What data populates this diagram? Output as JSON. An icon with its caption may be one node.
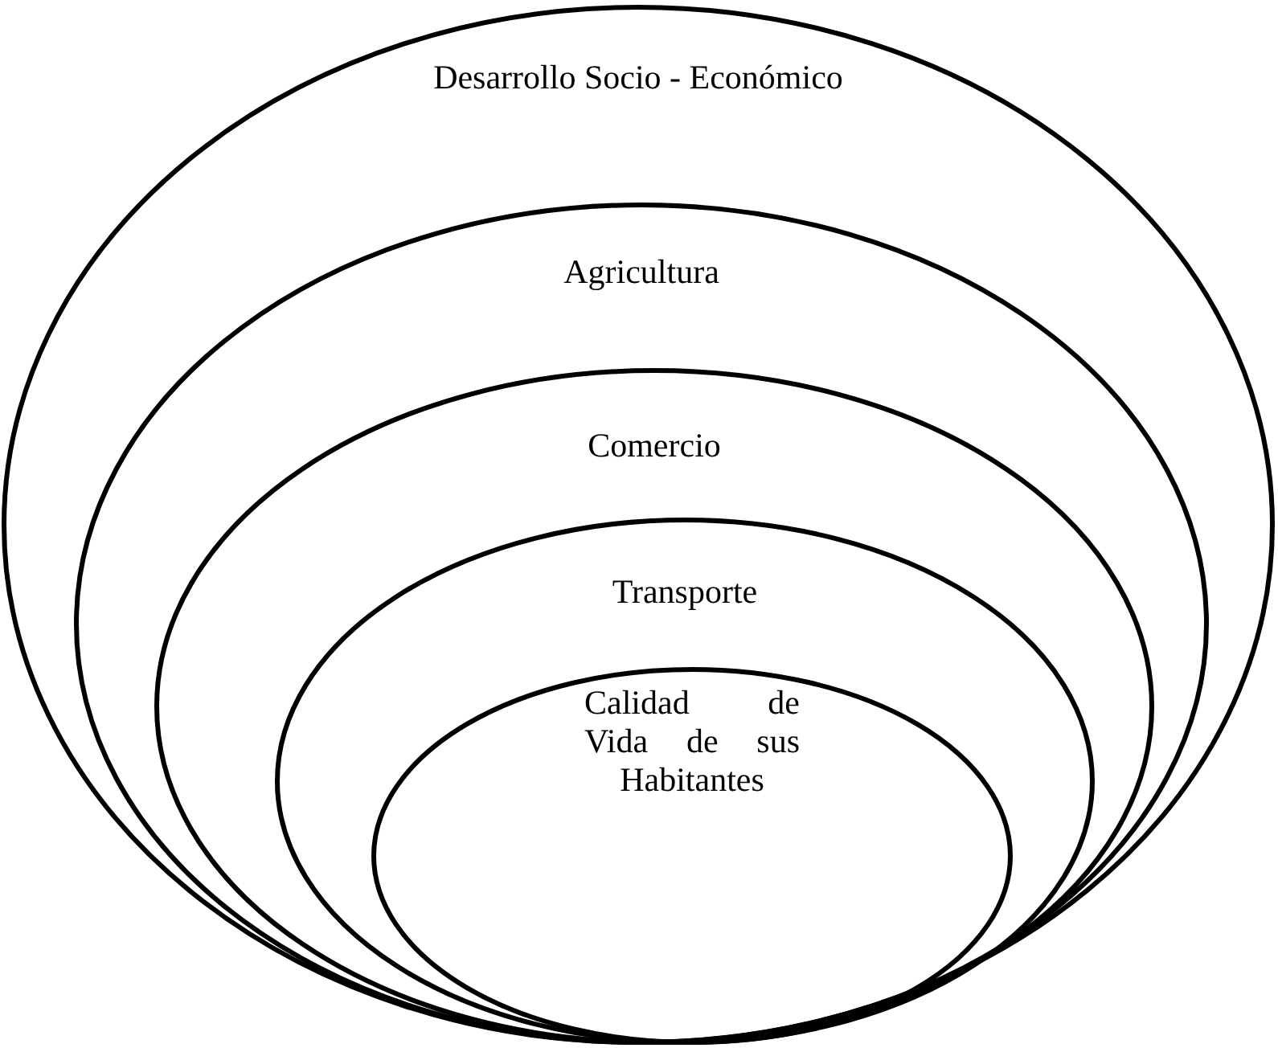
{
  "diagram": {
    "nodes": [
      {
        "text": [
          "Desarrollo Socio - Económico"
        ]
      },
      {
        "text": [
          "Agricultura"
        ],
        "in": 0
      },
      {
        "text": [
          "Comercio"
        ],
        "in": 1
      },
      {
        "text": [
          "Transporte"
        ],
        "in": 2
      },
      {
        "text": [
          "Calidad de Vida de sus Habitantes"
        ],
        "in": 3
      }
    ]
  }
}
